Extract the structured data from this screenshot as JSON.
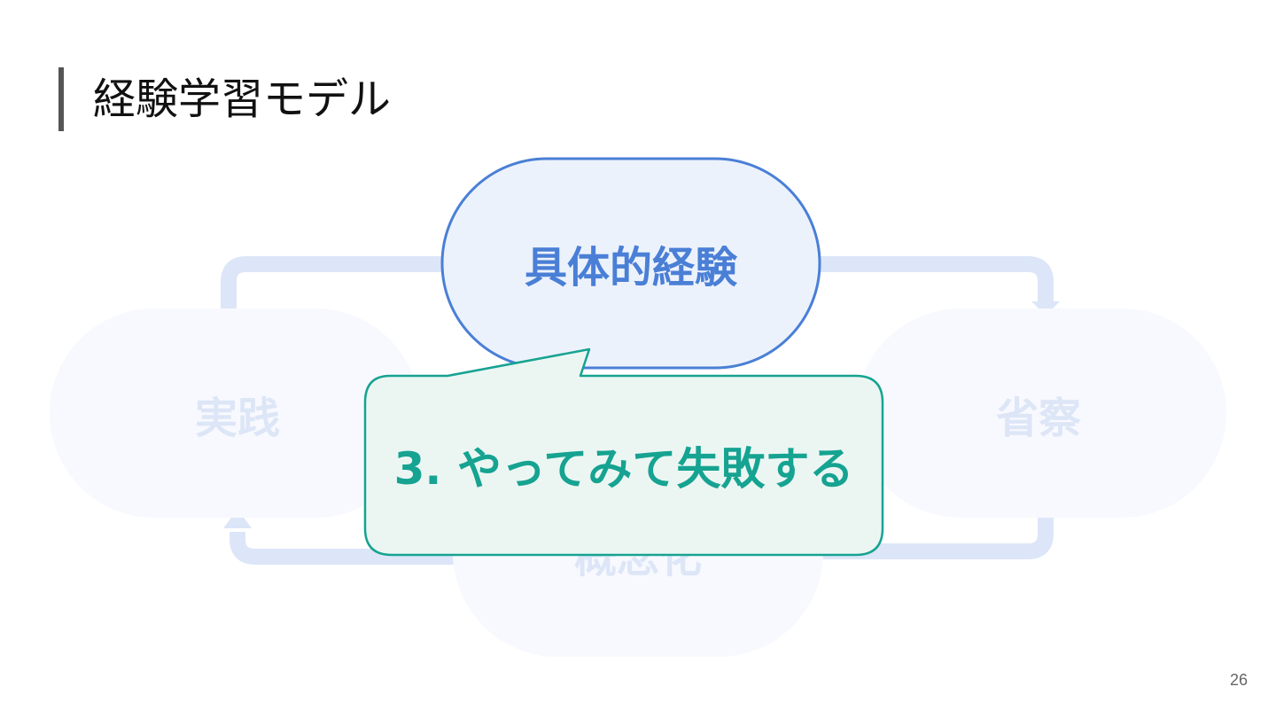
{
  "slide": {
    "title": "経験学習モデル",
    "page_number": "26"
  },
  "cycle": {
    "nodes": [
      {
        "label": "具体的経験",
        "state": "active"
      },
      {
        "label": "省察",
        "state": "faded"
      },
      {
        "label": "概念化",
        "state": "faded"
      },
      {
        "label": "実践",
        "state": "faded"
      }
    ]
  },
  "callout": {
    "text": "3. やってみて失敗する"
  },
  "colors": {
    "active_stroke": "#4a7fd6",
    "active_fill": "#ecf2fc",
    "faded_node_fill": "#f8f9fe",
    "faded_text": "#dde6f7",
    "arrow": "#dce6f8",
    "callout_stroke": "#16a391",
    "callout_fill": "#ebf6f3"
  }
}
